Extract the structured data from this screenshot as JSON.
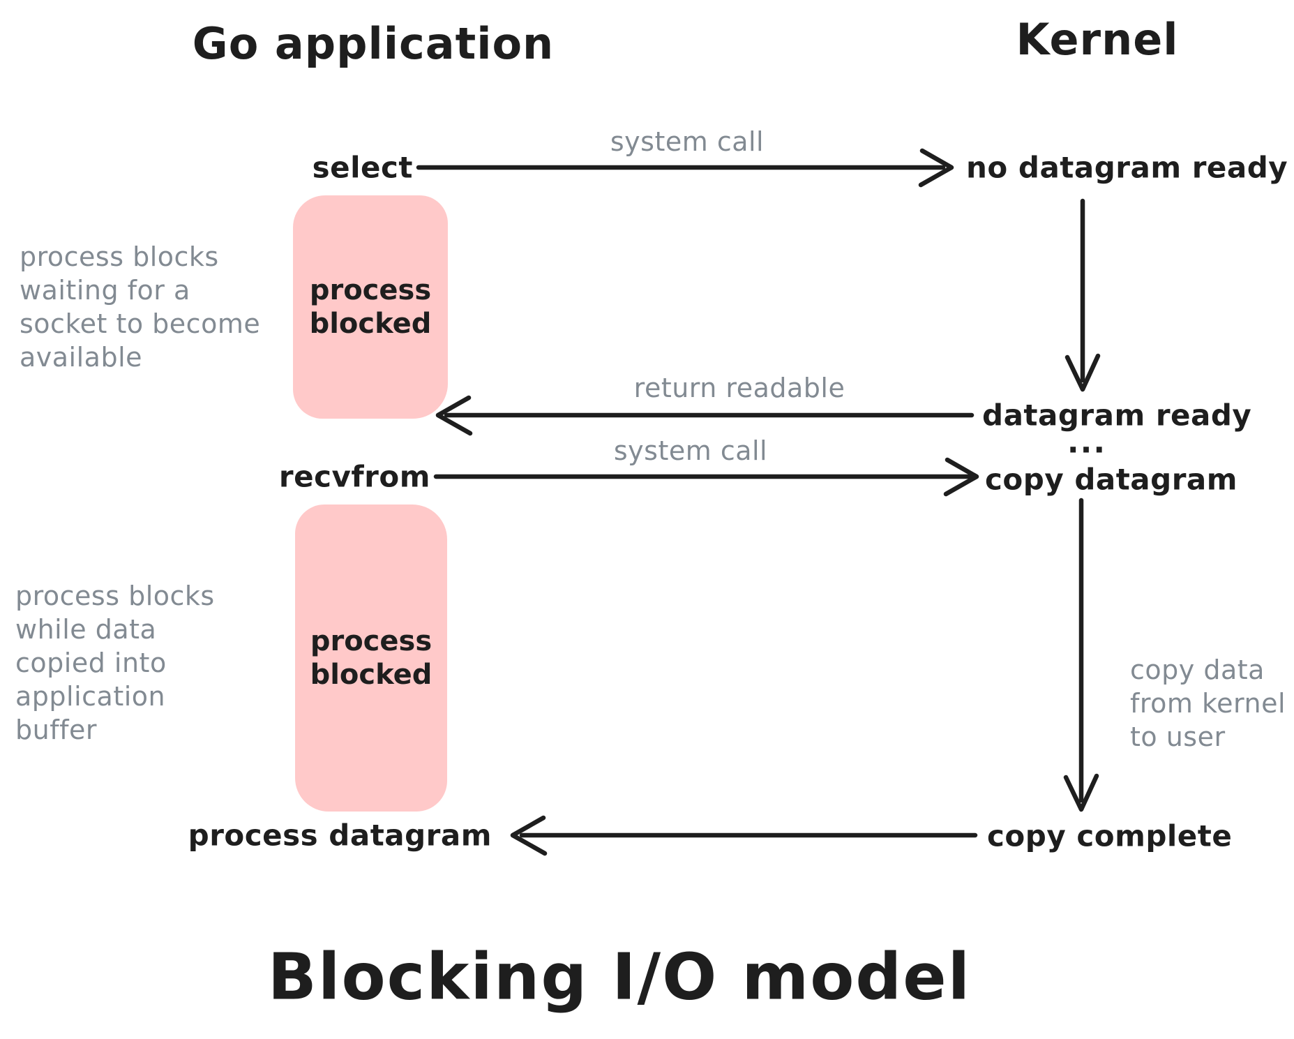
{
  "diagram": {
    "title": "Blocking I/O model",
    "headers": {
      "left": "Go application",
      "right": "Kernel"
    },
    "nodes": {
      "select": "select",
      "no_datagram_ready": "no datagram ready",
      "datagram_ready": "datagram ready",
      "ellipsis": "...",
      "recvfrom": "recvfrom",
      "copy_datagram": "copy datagram",
      "copy_complete": "copy complete",
      "process_datagram": "process datagram"
    },
    "arrow_labels": {
      "system_call_1": "system call",
      "return_readable": "return readable",
      "system_call_2": "system call"
    },
    "blocks": {
      "first": {
        "line1": "process",
        "line2": "blocked"
      },
      "second": {
        "line1": "process",
        "line2": "blocked"
      }
    },
    "annotations": {
      "left_top": [
        "process blocks",
        "waiting for a",
        "socket to become",
        "available"
      ],
      "left_bottom": [
        "process blocks",
        "while data",
        "copied into",
        "application",
        "buffer"
      ],
      "right": [
        "copy data",
        "from kernel",
        "to user"
      ]
    },
    "colors": {
      "text": "#1e1e1e",
      "muted": "#828a92",
      "block_fill": "#ffc9c9"
    }
  }
}
